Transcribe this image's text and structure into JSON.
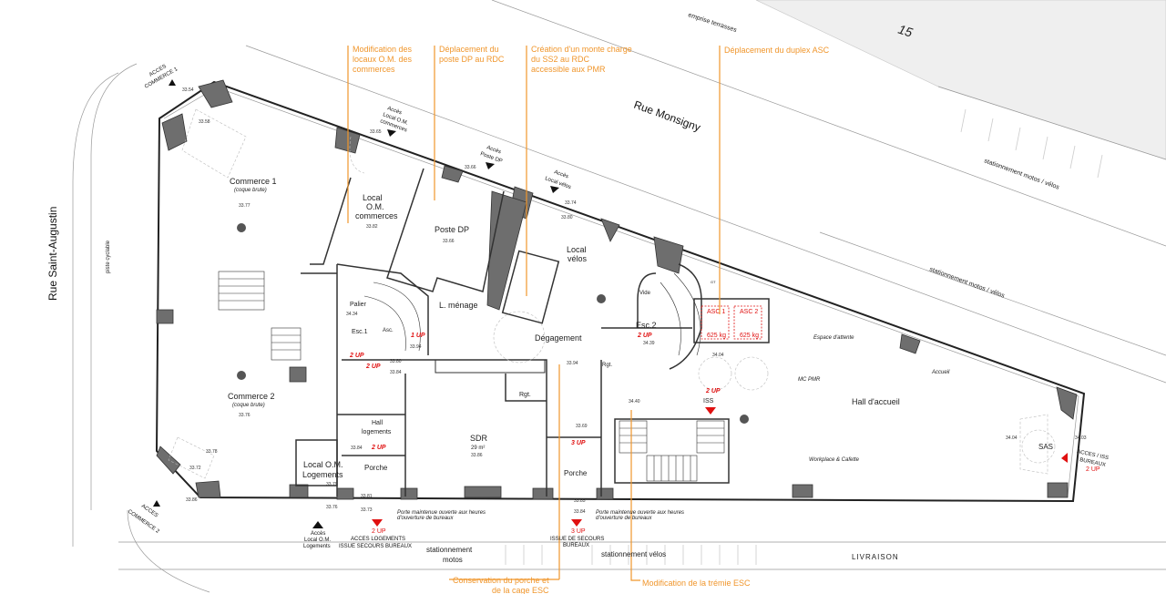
{
  "streets": {
    "rue_monsigny": "Rue Monsigny",
    "rue_saint_augustin": "Rue Saint-Augustin",
    "piste_cyclable": "piste cyclable",
    "emprise_terrasses": "emprise terrasses",
    "building_number": "15",
    "stationnement_motos_velos_1": "stationnement motos / vélos",
    "stationnement_motos_velos_2": "stationnement motos / vélos",
    "stationnement_motos": [
      "stationnement",
      "motos"
    ],
    "stationnement_velos": "stationnement vélos",
    "livraison": "LIVRAISON"
  },
  "notes": {
    "om_commerces": [
      "Modification des",
      "locaux O.M. des",
      "commerces"
    ],
    "poste_dp": [
      "Déplacement du",
      "poste DP au RDC"
    ],
    "monte_charge": [
      "Création d'un monte charge",
      "du SS2 au RDC",
      "accessible aux PMR"
    ],
    "duplex_asc": "Déplacement du duplex ASC",
    "porche": [
      "Conservation du porche et",
      "de la cage ESC"
    ],
    "tremie": "Modification de la trémie ESC"
  },
  "note_color": "#f0962c",
  "alert_color": "#e01010",
  "rooms": {
    "commerce1": "Commerce 1",
    "commerce1_sub": "(coque brute)",
    "commerce2": "Commerce 2",
    "commerce2_sub": "(coque brute)",
    "local_om_commerces": [
      "Local",
      "O.M.",
      "commerces"
    ],
    "poste_dp": "Poste DP",
    "local_velos": [
      "Local",
      "vélos"
    ],
    "palier": "Palier",
    "esc1": "Esc.1",
    "asc": "Asc.",
    "l_menage": "L. ménage",
    "degagement": "Dégagement",
    "vide": "Vide",
    "esc2": "Esc.2",
    "rgt1": "Rgt.",
    "rgt2": "Rgt.",
    "sdr": "SDR",
    "sdr_area": "29 m²",
    "hall_logements": [
      "Hall",
      "logements"
    ],
    "local_om_logements": [
      "Local O.M.",
      "Logements"
    ],
    "porche1": "Porche",
    "porche2": "Porche",
    "hall_accueil": "Hall d'accueil",
    "espace_attente": "Espace d'attente",
    "accueil": "Accueil",
    "workplace": "Workplace & Cafette",
    "mc_pmr": "MC PMR",
    "sas": "SAS",
    "gt": "GT",
    "asc1": "ASC 1",
    "asc2": "ASC 2",
    "asc1_load": "625 kg",
    "asc2_load": "625 kg",
    "iss": "ISS"
  },
  "accesses": {
    "commerce1": [
      "ACCES",
      "COMMERCE 1"
    ],
    "commerce2": [
      "ACCES",
      "COMMERCE 2"
    ],
    "om_commerces": [
      "Accès",
      "Local O.M.",
      "commerces"
    ],
    "poste_dp": [
      "Accès",
      "Poste DP"
    ],
    "local_velos": [
      "Accès",
      "Local vélos"
    ],
    "om_logements": [
      "Accès",
      "Local O.M.",
      "Logements"
    ],
    "logements": [
      "ACCES LOGEMENTS",
      "ISSUE SECOURS BUREAUX"
    ],
    "secours_bureaux": [
      "ISSUE DE SECOURS",
      "BUREAUX"
    ],
    "bureaux": [
      "ACCES / ISS",
      "BUREAUX"
    ],
    "porte_note_1": [
      "Porte maintenue ouverte aux heures",
      "d'ouverture de bureaux"
    ],
    "porte_note_2": [
      "Porte maintenue ouverte aux heures",
      "d'ouverture de bureaux"
    ]
  },
  "up_counts": {
    "esc1_1up": "1 UP",
    "esc1_2up": "2 UP",
    "palier_2up": "2 UP",
    "hall_log_2up": "2 UP",
    "esc2_2up": "2 UP",
    "degag_3up": "3 UP",
    "iss_2up": "2 UP",
    "logements_2up": "2 UP",
    "secours_3up": "3 UP",
    "bureaux_2up": "2 UP"
  },
  "levels": {
    "l1": "33.54",
    "l2": "33.58",
    "l3": "33.65",
    "l4": "33.66",
    "l5": "33.74",
    "l6": "33.80",
    "l7": "33.77",
    "l8": "33.82",
    "l9": "33.66",
    "l10": "34.34",
    "l11": "33.94",
    "l12": "33.80",
    "l13": "33.94",
    "l14": "34.39",
    "l15": "34.04",
    "l16": "34.40",
    "l17": "33.69",
    "l18": "33.86",
    "l19": "33.76",
    "l20": "33.79",
    "l21": "33.81",
    "l22": "33.73",
    "l23": "33.84",
    "l24": "33.85",
    "l25": "33.84",
    "l26": "34.04",
    "l27": "34.03",
    "l28": "33.78",
    "l29": "33.72",
    "l30": "33.86",
    "l31": "33.76",
    "l32": "33.84"
  }
}
